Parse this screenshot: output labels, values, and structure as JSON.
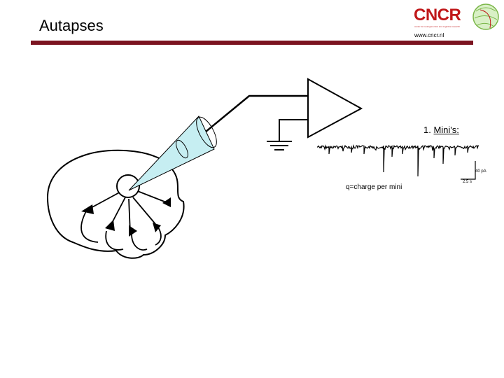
{
  "slide": {
    "title": "Autapses",
    "mini_label_prefix": "1. ",
    "mini_label_underlined": "Mini's:",
    "charge_label": "q=charge per mini",
    "scale_current": "40 pA",
    "scale_time": "2.5 s"
  },
  "logo": {
    "word": "CNCR",
    "subtitle": "center for neurogenomics and cognitive research",
    "url": "www.cncr.nl"
  },
  "colors": {
    "rule": "#7b1420",
    "logo_red": "#c0181a",
    "logo_green": "#7ab648",
    "pipette_fill": "#c6eef2"
  }
}
